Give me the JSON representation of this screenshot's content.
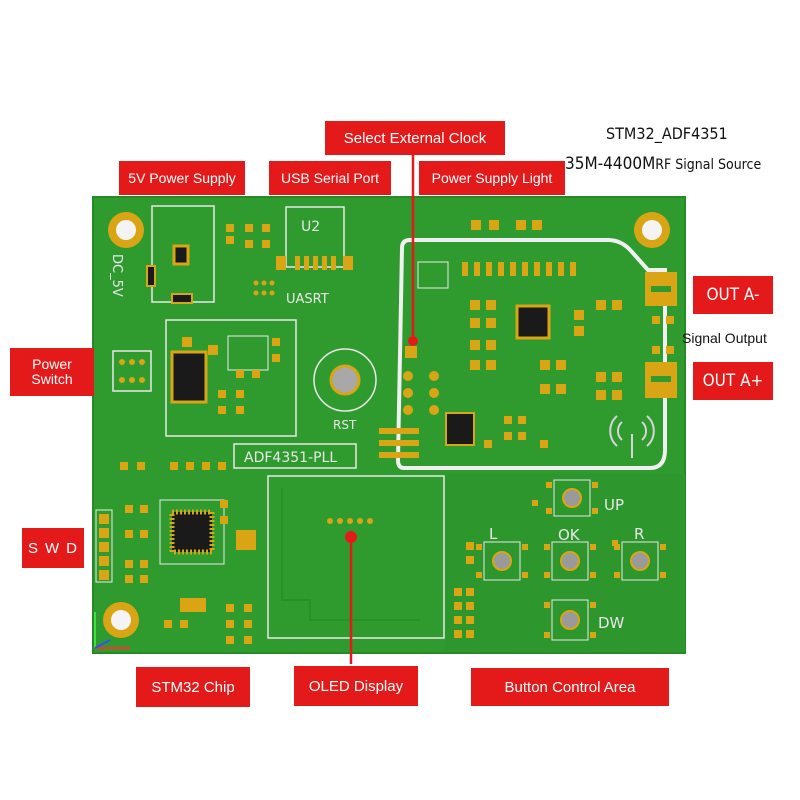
{
  "title": {
    "line1": "STM32_ADF4351",
    "line2_range": "35M-4400M",
    "line2_suffix": "RF Signal Source"
  },
  "labels": {
    "select_external_clock": "Select External Clock",
    "power_supply_5v": "5V Power Supply",
    "usb_serial_port": "USB Serial Port",
    "power_supply_light": "Power Supply Light",
    "power_switch": "Power Switch",
    "swd": "SWD",
    "out_a_minus": "OUT A-",
    "out_a_plus": "OUT A+",
    "signal_output": "Signal Output",
    "stm32_chip": "STM32 Chip",
    "oled_display": "OLED Display",
    "button_control_area": "Button Control Area"
  },
  "silkscreen": {
    "dc_5v": "DC_5V",
    "u2": "U2",
    "uasrt": "UASRT",
    "rst": "RST",
    "adf4351_pll": "ADF4351-PLL",
    "btn_up": "UP",
    "btn_ok": "OK",
    "btn_l": "L",
    "btn_r": "R",
    "btn_dw": "DW"
  },
  "colors": {
    "board": "#2f9b2f",
    "copper_pad": "#d9a514",
    "label_bg": "#e41a1a",
    "silkscreen": "#e8e8e8"
  }
}
